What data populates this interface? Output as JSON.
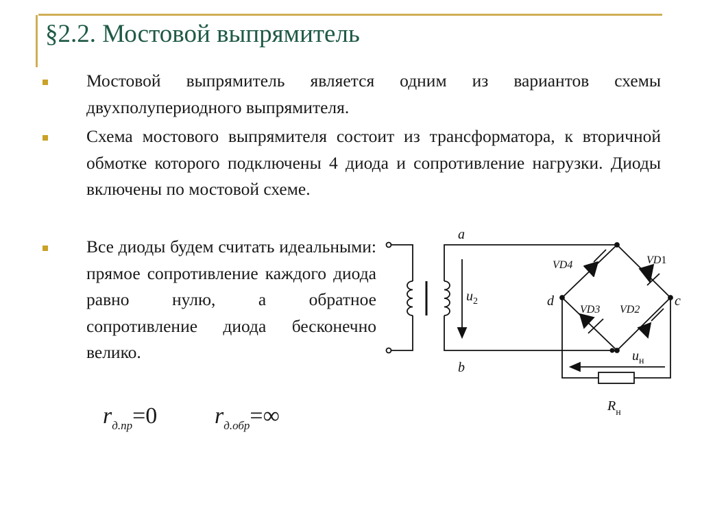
{
  "title": "§2.2. Мостовой выпрямитель",
  "paragraphs": [
    "Мостовой выпрямитель является одним из вариантов схемы двухполупериодного выпрямителя.",
    "Схема мостового выпрямителя состоит из трансформатора, к вторичной обмотке которого подключены 4 диода и сопротивление нагрузки. Диоды включены по мостовой схеме.",
    "Все диоды будем считать идеальными: прямое сопротивление каждого диода равно нулю, а обратное сопротивление диода бесконечно велико."
  ],
  "formulas": {
    "f1": {
      "symbol": "r",
      "sub": "д.пр",
      "rhs": "=0"
    },
    "f2": {
      "symbol": "r",
      "sub": "д.обр",
      "rhs": "=∞"
    }
  },
  "diagram": {
    "node_a": "a",
    "node_b": "b",
    "node_c": "c",
    "node_d": "d",
    "u2_sym": "u",
    "u2_sub": "2",
    "vd1_pre": "VD",
    "vd1_num": "1",
    "vd2": "VD2",
    "vd3": "VD3",
    "vd4": "VD4",
    "un_sym": "u",
    "un_sub": "н",
    "rn_sym": "R",
    "rn_sub": "н"
  },
  "colors": {
    "title": "#1f5a45",
    "accent": "#cfae55",
    "bullet": "#c9a227"
  }
}
